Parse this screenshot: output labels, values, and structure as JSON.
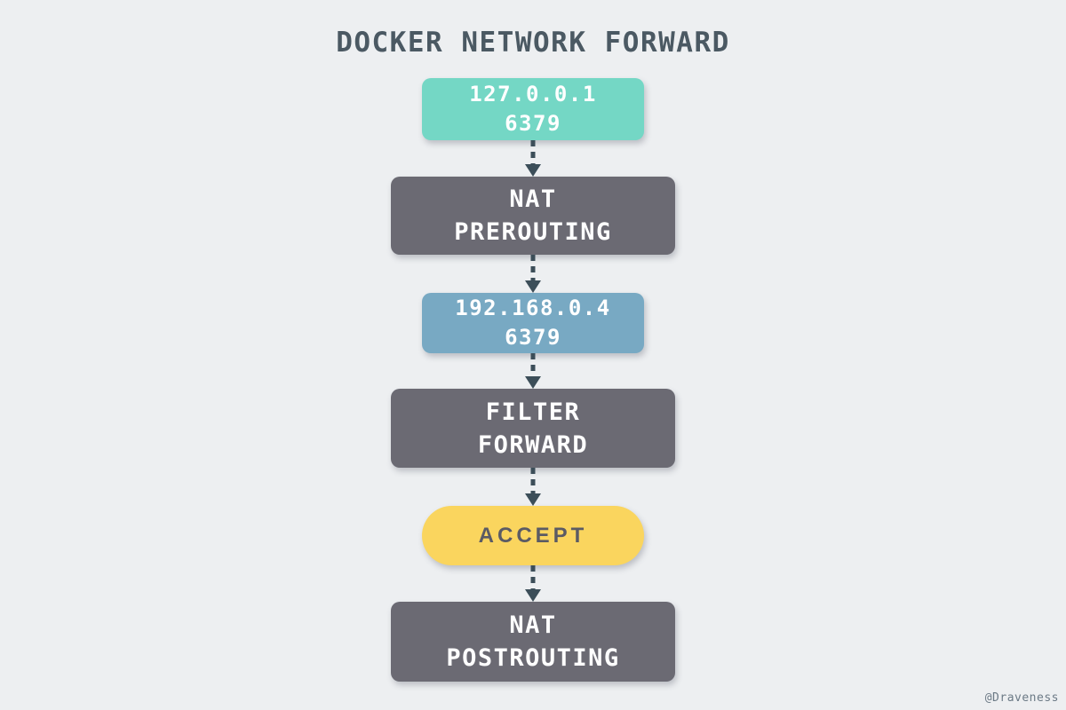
{
  "title": "DOCKER NETWORK FORWARD",
  "watermark": "@Draveness",
  "colors": {
    "background": "#edeff1",
    "title_text": "#4b5963",
    "arrow": "#3c4e59",
    "teal_node": "#74d7c5",
    "blue_node": "#78a9c3",
    "yellow_node": "#fad55e",
    "dark_node": "#6b6a73",
    "node_light_text": "#ffffff",
    "verdict_text": "#5b5b64",
    "watermark_text": "#6c7a86"
  },
  "flow": {
    "direction": "top-to-bottom",
    "nodes": [
      {
        "id": "source-address",
        "kind": "address",
        "label_lines": [
          "127.0.0.1",
          "6379"
        ],
        "color": "#74d7c5"
      },
      {
        "id": "nat-prerouting",
        "kind": "iptables-chain",
        "label_lines": [
          "NAT",
          "PREROUTING"
        ],
        "color": "#6b6a73"
      },
      {
        "id": "dest-address",
        "kind": "address",
        "label_lines": [
          "192.168.0.4",
          "6379"
        ],
        "color": "#78a9c3"
      },
      {
        "id": "filter-forward",
        "kind": "iptables-chain",
        "label_lines": [
          "FILTER",
          "FORWARD"
        ],
        "color": "#6b6a73"
      },
      {
        "id": "accept-verdict",
        "kind": "verdict",
        "label_lines": [
          "ACCEPT"
        ],
        "color": "#fad55e"
      },
      {
        "id": "nat-postrouting",
        "kind": "iptables-chain",
        "label_lines": [
          "NAT",
          "POSTROUTING"
        ],
        "color": "#6b6a73"
      }
    ],
    "edges": [
      {
        "from": "source-address",
        "to": "nat-prerouting",
        "style": "dashed-arrow"
      },
      {
        "from": "nat-prerouting",
        "to": "dest-address",
        "style": "dashed-arrow"
      },
      {
        "from": "dest-address",
        "to": "filter-forward",
        "style": "dashed-arrow"
      },
      {
        "from": "filter-forward",
        "to": "accept-verdict",
        "style": "dashed-arrow"
      },
      {
        "from": "accept-verdict",
        "to": "nat-postrouting",
        "style": "dashed-arrow"
      }
    ]
  }
}
